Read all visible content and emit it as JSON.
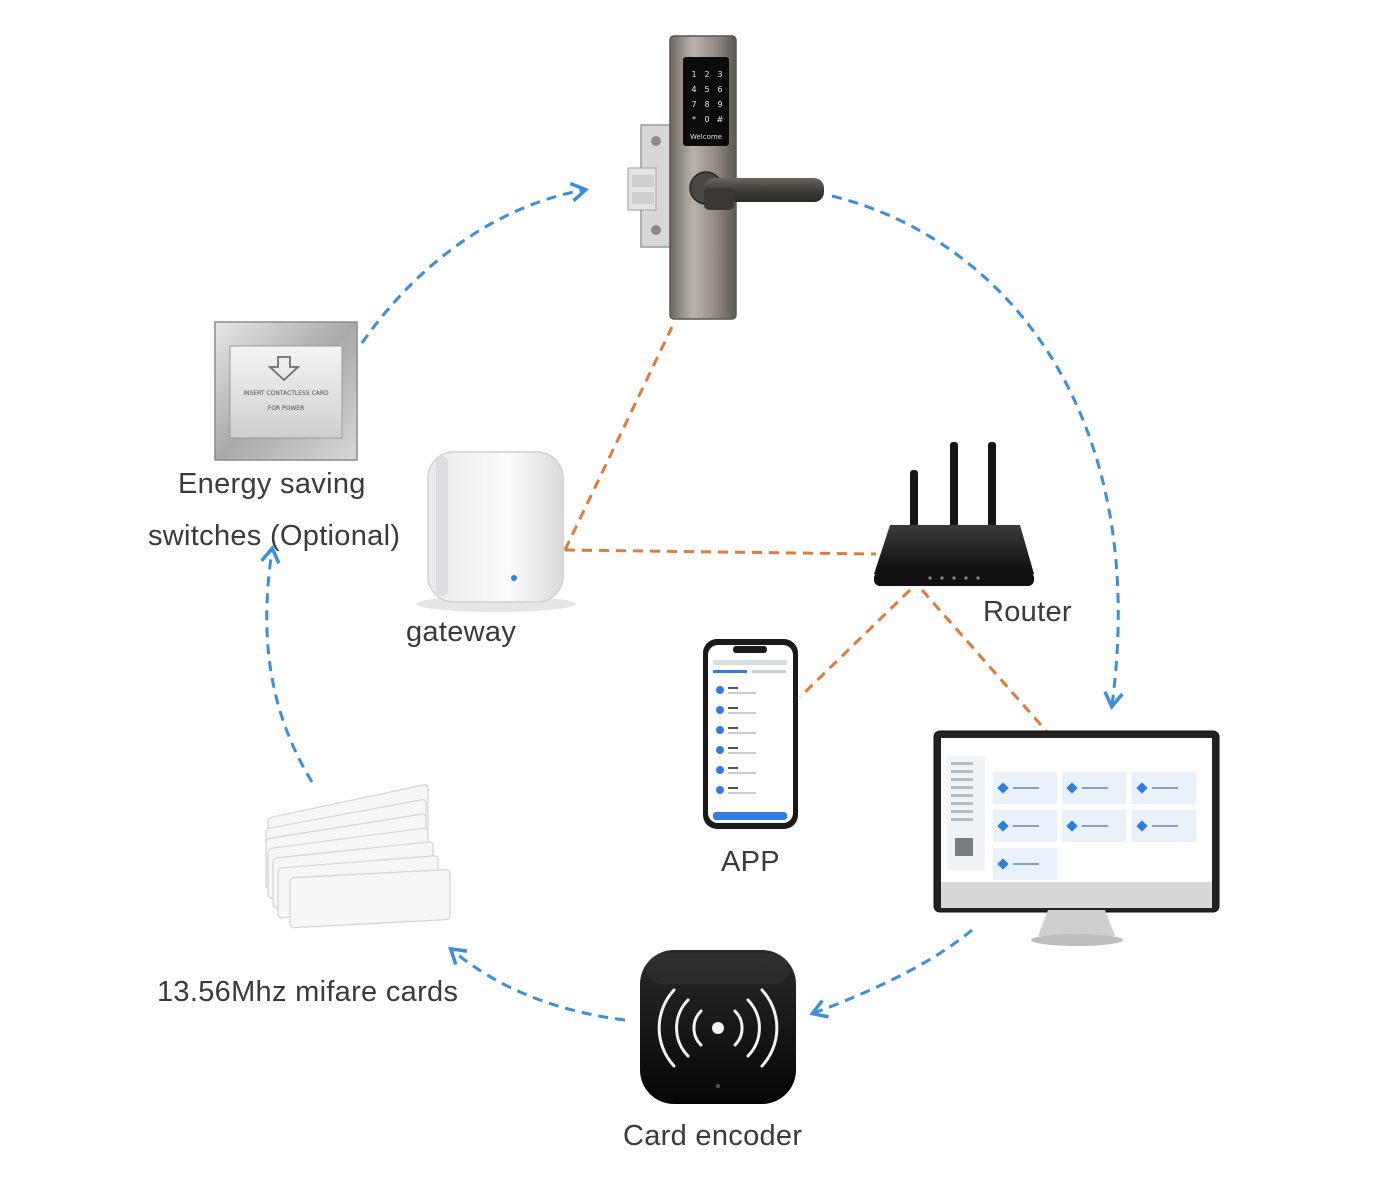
{
  "nodes": {
    "lock": {
      "screen_text": "Welcome",
      "keypad": [
        "1",
        "2",
        "3",
        "4",
        "5",
        "6",
        "7",
        "8",
        "9",
        "*",
        "0",
        "#"
      ]
    },
    "energy_switch": {
      "label_line1": "Energy saving",
      "label_line2": "switches (Optional)",
      "plate_text_1": "INSERT CONTACTLESS CARD",
      "plate_text_2": "FOR POWER"
    },
    "gateway": {
      "label": "gateway"
    },
    "router": {
      "label": "Router"
    },
    "app": {
      "label": "APP"
    },
    "computer": {
      "label": ""
    },
    "cards": {
      "label": "13.56Mhz mifare cards"
    },
    "encoder": {
      "label": "Card encoder"
    }
  },
  "colors": {
    "wireless_link": "#3b8fdb",
    "network_link": "#e07b3c",
    "label_text": "#3a3a3a"
  }
}
